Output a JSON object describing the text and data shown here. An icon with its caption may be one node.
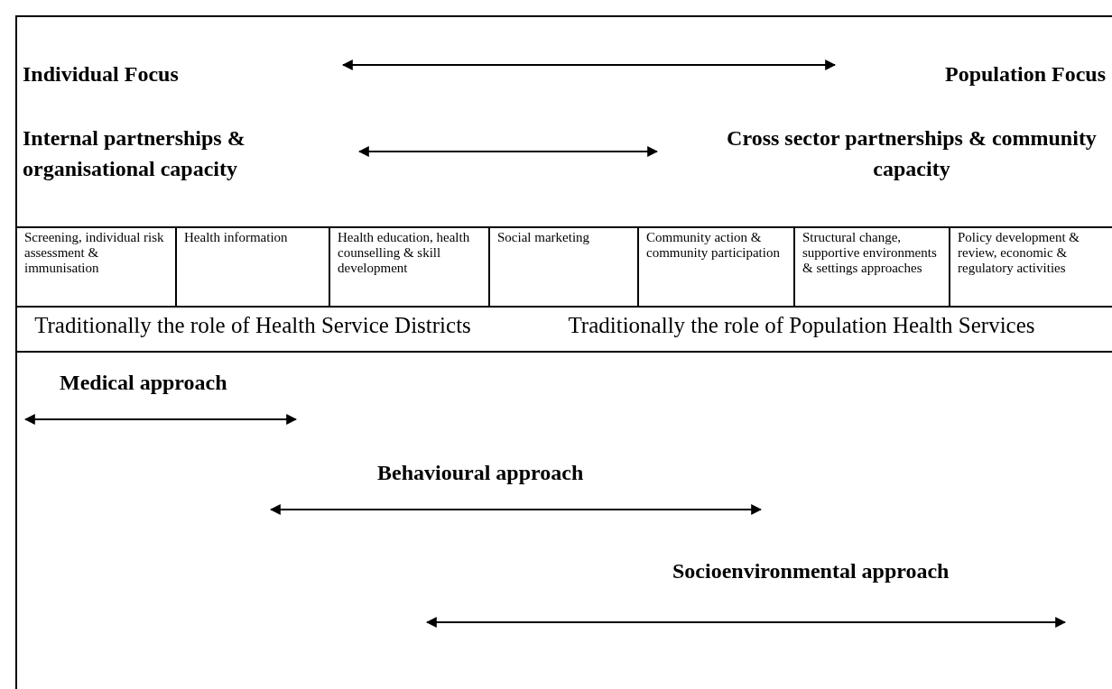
{
  "diagram": {
    "labels": [
      "Individual Focus",
      "Population Focus",
      "Internal partnerships & organisational capacity",
      "Cross sector partnerships & community capacity",
      "Screening, individual risk assessment & immunisation",
      "Health information",
      "Health education, health counselling & skill development",
      "Social marketing",
      "Community action & community participation",
      "Structural change, supportive environments & settings approaches",
      "Policy development & review, economic & regulatory activities",
      "Traditionally the role of Health Service Districts",
      "Traditionally the role of Population Health Services",
      "Medical approach",
      "Behavioural approach",
      "Socioenvironmental approach"
    ]
  }
}
